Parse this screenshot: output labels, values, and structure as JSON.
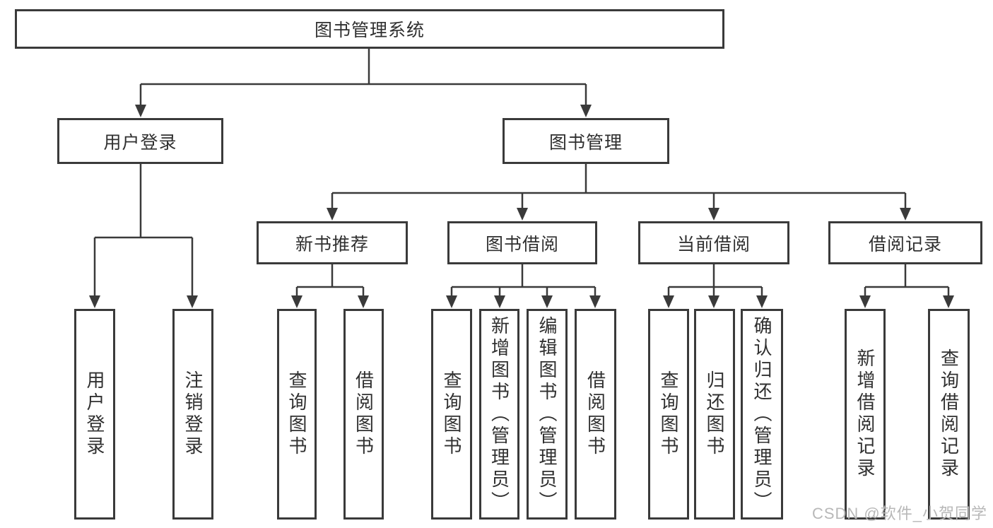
{
  "tree": {
    "label": "图书管理系统",
    "children": [
      {
        "label": "用户登录",
        "children": [
          {
            "label": "用户登录"
          },
          {
            "label": "注销登录"
          }
        ]
      },
      {
        "label": "图书管理",
        "children": [
          {
            "label": "新书推荐",
            "children": [
              {
                "label": "查询图书"
              },
              {
                "label": "借阅图书"
              }
            ]
          },
          {
            "label": "图书借阅",
            "children": [
              {
                "label": "查询图书"
              },
              {
                "label": "新增图书（管理员）"
              },
              {
                "label": "编辑图书（管理员）"
              },
              {
                "label": "借阅图书"
              }
            ]
          },
          {
            "label": "当前借阅",
            "children": [
              {
                "label": "查询图书"
              },
              {
                "label": "归还图书"
              },
              {
                "label": "确认归还（管理员）"
              }
            ]
          },
          {
            "label": "借阅记录",
            "children": [
              {
                "label": "新增借阅记录"
              },
              {
                "label": "查询借阅记录"
              }
            ]
          }
        ]
      }
    ]
  },
  "watermark": {
    "text": "CSDN @软件_小贺同学"
  },
  "colors": {
    "line": "#3a3a3a",
    "text": "#303030",
    "bg": "#ffffff",
    "watermark": "#b8b8b8"
  }
}
